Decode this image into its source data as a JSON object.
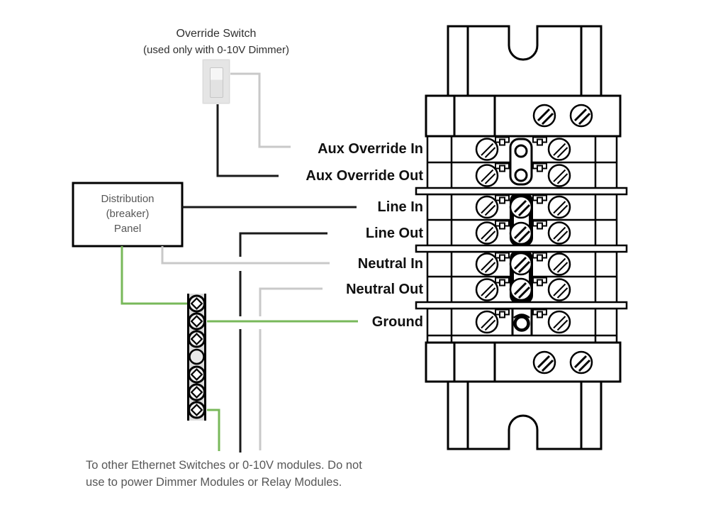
{
  "diagram": {
    "override_switch": {
      "title": "Override Switch",
      "subtitle": "(used only with 0-10V Dimmer)"
    },
    "distribution_panel": {
      "line1": "Distribution",
      "line2": "(breaker)",
      "line3": "Panel"
    },
    "terminal_labels": [
      {
        "id": "aux-override-in",
        "text": "Aux Override In",
        "wire_color": "gray"
      },
      {
        "id": "aux-override-out",
        "text": "Aux Override Out",
        "wire_color": "black"
      },
      {
        "id": "line-in",
        "text": "Line In",
        "wire_color": "black"
      },
      {
        "id": "line-out",
        "text": "Line Out",
        "wire_color": "black"
      },
      {
        "id": "neutral-in",
        "text": "Neutral In",
        "wire_color": "gray"
      },
      {
        "id": "neutral-out",
        "text": "Neutral Out",
        "wire_color": "gray"
      },
      {
        "id": "ground",
        "text": "Ground",
        "wire_color": "green"
      }
    ],
    "footnote": {
      "line1": "To other Ethernet Switches or 0-10V modules. Do not",
      "line2": "use to power Dimmer Modules or Relay Modules."
    },
    "colors": {
      "wire_black": "#1a1a1a",
      "wire_gray": "#c9c9c9",
      "wire_green": "#78b85a",
      "line_art": "#000000"
    }
  }
}
